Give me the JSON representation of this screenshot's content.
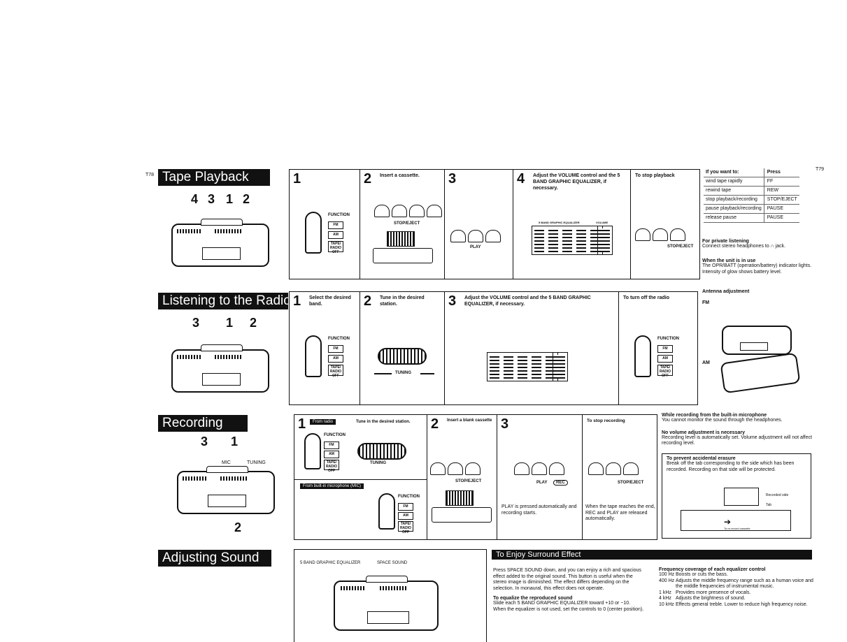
{
  "page_marks": {
    "left": "T78",
    "right": "T79"
  },
  "tape": {
    "title": "Tape Playback",
    "callouts": [
      "4",
      "3",
      "1",
      "2"
    ],
    "steps": [
      {
        "num": "1",
        "text": ""
      },
      {
        "num": "2",
        "text": "Insert a cassette."
      },
      {
        "num": "3",
        "text": ""
      },
      {
        "num": "4",
        "text": "Adjust the VOLUME control and the 5 BAND GRAPHIC EQUALIZER, if necessary."
      }
    ],
    "stop_header": "To stop playback",
    "labels": {
      "function": "FUNCTION",
      "fm": "FM",
      "am": "AM",
      "tape": "TAPE/ RADIO OFF",
      "stop_eject": "STOP/EJECT",
      "play": "PLAY",
      "stop_eject2": "STOP/EJECT",
      "eq_title": "5 BAND GRAPHIC EQUALIZER",
      "volume": "VOLUME"
    },
    "table": {
      "head": [
        "If you want to:",
        "Press"
      ],
      "rows": [
        [
          "wind tape rapidly",
          "FF"
        ],
        [
          "rewind tape",
          "REW"
        ],
        [
          "stop playback/recording",
          "STOP/EJECT"
        ],
        [
          "pause playback/recording",
          "PAUSE"
        ],
        [
          "release pause",
          "PAUSE"
        ]
      ]
    },
    "private": {
      "title": "For private listening",
      "text": "Connect stereo headphones to ∩ jack."
    },
    "inuse": {
      "title": "When the unit is in use",
      "text": "The OPR/BATT (operation/battery) indicator lights. Intensity of glow shows battery level."
    }
  },
  "radio": {
    "title": "Listening to the Radio",
    "callouts": [
      "3",
      "1",
      "2"
    ],
    "steps": [
      {
        "num": "1",
        "text": "Select the desired band."
      },
      {
        "num": "2",
        "text": "Tune in the desired station."
      },
      {
        "num": "3",
        "text": "Adjust the VOLUME control and the 5 BAND GRAPHIC EQUALIZER, if necessary."
      }
    ],
    "off_header": "To turn off the radio",
    "labels": {
      "function": "FUNCTION",
      "fm": "FM",
      "am": "AM",
      "tape": "TAPE/ RADIO OFF",
      "tuning": "TUNING"
    },
    "antenna": {
      "title": "Antenna adjustment",
      "fm": "FM",
      "am": "AM"
    }
  },
  "recording": {
    "title": "Recording",
    "callouts": {
      "three": "3",
      "one": "1",
      "two": "2",
      "mic": "MIC",
      "tuning": "TUNING"
    },
    "step1": {
      "num": "1",
      "tag": "From radio",
      "text": "Tune in the desired station.",
      "tag2": "From built-in microphone (MIC)"
    },
    "step2": {
      "num": "2",
      "text": "Insert a blank cassette"
    },
    "step3": {
      "num": "3",
      "text": "PLAY is pressed automatically and recording starts."
    },
    "stop": {
      "header": "To stop recording",
      "text": "When the tape reaches the end, REC and PLAY are released automatically."
    },
    "labels": {
      "function": "FUNCTION",
      "fm": "FM",
      "am": "AM",
      "tape": "TAPE/ RADIO OFF",
      "tuning": "TUNING",
      "stop_eject": "STOP/EJECT",
      "play": "PLAY",
      "rec": "REC",
      "stop_eject2": "STOP/EJECT"
    },
    "mic_note": {
      "title": "While recording from the built-in microphone",
      "text": "You cannot monitor the sound through the headphones."
    },
    "vol_note": {
      "title": "No volume adjustment is necessary",
      "text": "Recording level is automatically set. Volume adjustment will not affect recording level."
    },
    "erasure": {
      "title": "To prevent accidental erasure",
      "text": "Break off the tab corresponding to the side which has been recorded. Recording on that side will be protected.",
      "recorded_side": "Recorded side",
      "tab": "Tab",
      "to_rerecord": "To re-record cassette"
    }
  },
  "sound": {
    "title": "Adjusting Sound",
    "labels": {
      "eq": "5 BAND GRAPHIC EQUALIZER",
      "space": "SPACE SOUND"
    },
    "surround_title": "To Enjoy Surround Effect",
    "surround_p1": "Press SPACE SOUND down, and you can enjoy a rich and spacious effect added to the original sound. This button is useful when the stereo image is diminished. The effect differs depending on the selection. In monaural, this effect does not operate.",
    "equalize_title": "To equalize the reproduced sound",
    "equalize_text": "Slide each 5 BAND GRAPHIC EQUALIZER toward +10 or −10. When the equalizer is not used, set the controls to 0 (center position).",
    "freq_title": "Frequency coverage of each equalizer control",
    "freq": [
      {
        "f": "100 Hz",
        "d": "Boosts or cuts the bass."
      },
      {
        "f": "400 Hz",
        "d": "Adjusts the middle frequency range such as a human voice and the middle frequencies of instrumental music."
      },
      {
        "f": "1 kHz",
        "d": "Provides more presence of vocals."
      },
      {
        "f": "4 kHz",
        "d": "Adjusts the brightness of sound."
      },
      {
        "f": "10 kHz",
        "d": "Effects general treble. Lower to reduce high frequency noise."
      }
    ]
  }
}
